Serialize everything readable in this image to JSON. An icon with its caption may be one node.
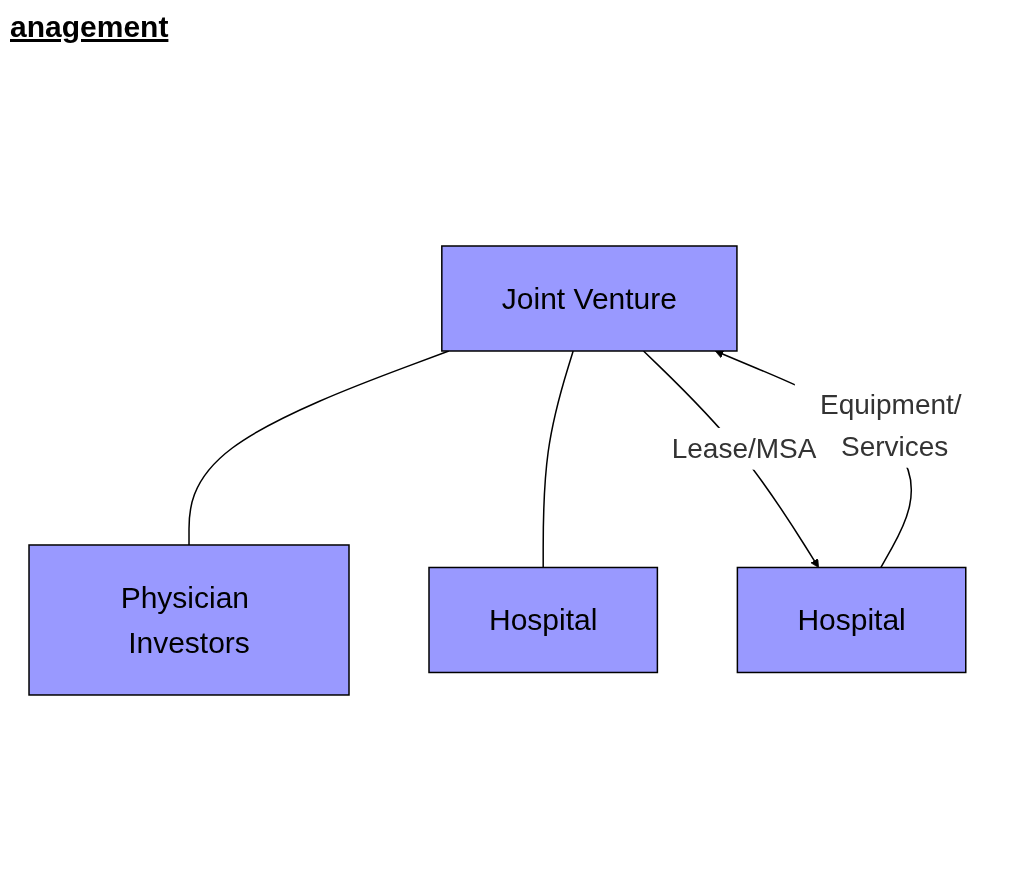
{
  "diagram": {
    "title": "anagement",
    "nodes": [
      {
        "text": [
          "Physician Investors"
        ]
      },
      {
        "text": [
          "Joint Venture"
        ]
      },
      {
        "text": [
          "Hospital"
        ]
      },
      {
        "text": [
          "Hospital"
        ]
      }
    ],
    "edges": [
      {
        "from": 1,
        "to": 0,
        "arrow": "none"
      },
      {
        "from": 1,
        "to": 2,
        "arrow": "none"
      },
      {
        "from": 3,
        "to": 1,
        "arrow": "to",
        "label": "Equipment/ Services"
      },
      {
        "from": 1,
        "to": 3,
        "arrow": "to",
        "label": "Lease/MSA"
      }
    ]
  }
}
